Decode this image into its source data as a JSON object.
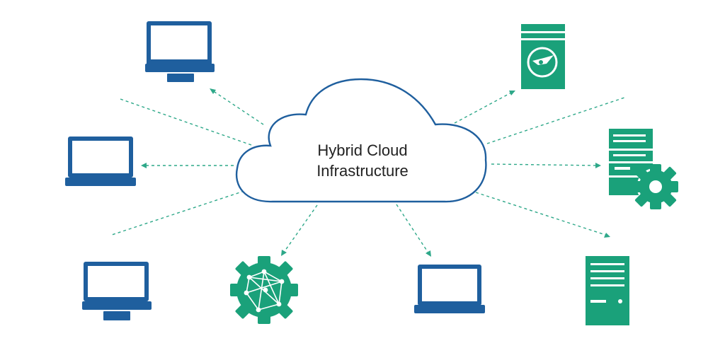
{
  "cloud": {
    "line1": "Hybrid Cloud",
    "line2": "Infrastructure"
  },
  "colors": {
    "device_blue": "#1f5f9e",
    "server_green": "#1aa17a",
    "connector": "#2ea889",
    "cloud_outline": "#1f5f9e",
    "background": "#ffffff"
  },
  "nodes": [
    {
      "id": "desktop-top-left",
      "icon": "desktop-monitor-icon"
    },
    {
      "id": "laptop-left",
      "icon": "laptop-icon"
    },
    {
      "id": "desktop-bottom-left",
      "icon": "desktop-monitor-icon"
    },
    {
      "id": "network-gear-bottom",
      "icon": "network-gear-icon"
    },
    {
      "id": "laptop-bottom-right",
      "icon": "laptop-icon"
    },
    {
      "id": "server-top-right",
      "icon": "server-icon"
    },
    {
      "id": "server-gear-right",
      "icon": "server-gear-icon"
    },
    {
      "id": "server-bottom-right",
      "icon": "server-tower-icon"
    }
  ]
}
